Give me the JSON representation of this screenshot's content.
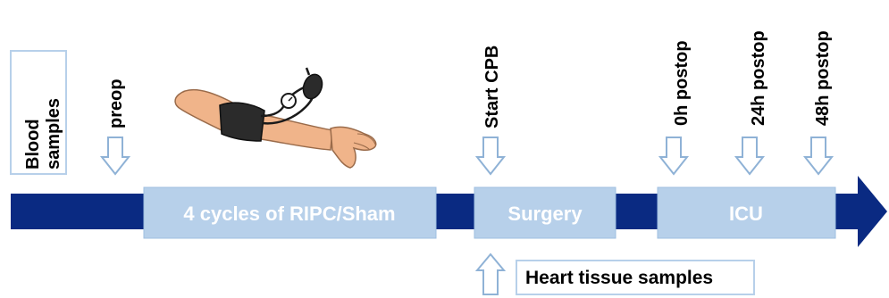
{
  "blood_samples_box": {
    "label_line1": "Blood",
    "label_line2": "samples"
  },
  "timepoints": [
    {
      "label": "preop"
    },
    {
      "label": "Start CPB"
    },
    {
      "label": "0h postop"
    },
    {
      "label": "24h postop"
    },
    {
      "label": "48h postop"
    }
  ],
  "stages": [
    {
      "label": "4 cycles of RIPC/Sham"
    },
    {
      "label": "Surgery"
    },
    {
      "label": "ICU"
    }
  ],
  "heart_tissue": {
    "label": "Heart tissue samples"
  },
  "colors": {
    "timeline": "#0a2a82",
    "stage_box": "#b7d0ea",
    "arrow_stroke": "#8fb2d6",
    "arrow_fill": "#ffffff",
    "box_border": "#b7d0ea",
    "skin": "#f0b48a",
    "cuff": "#2b2b2b"
  }
}
